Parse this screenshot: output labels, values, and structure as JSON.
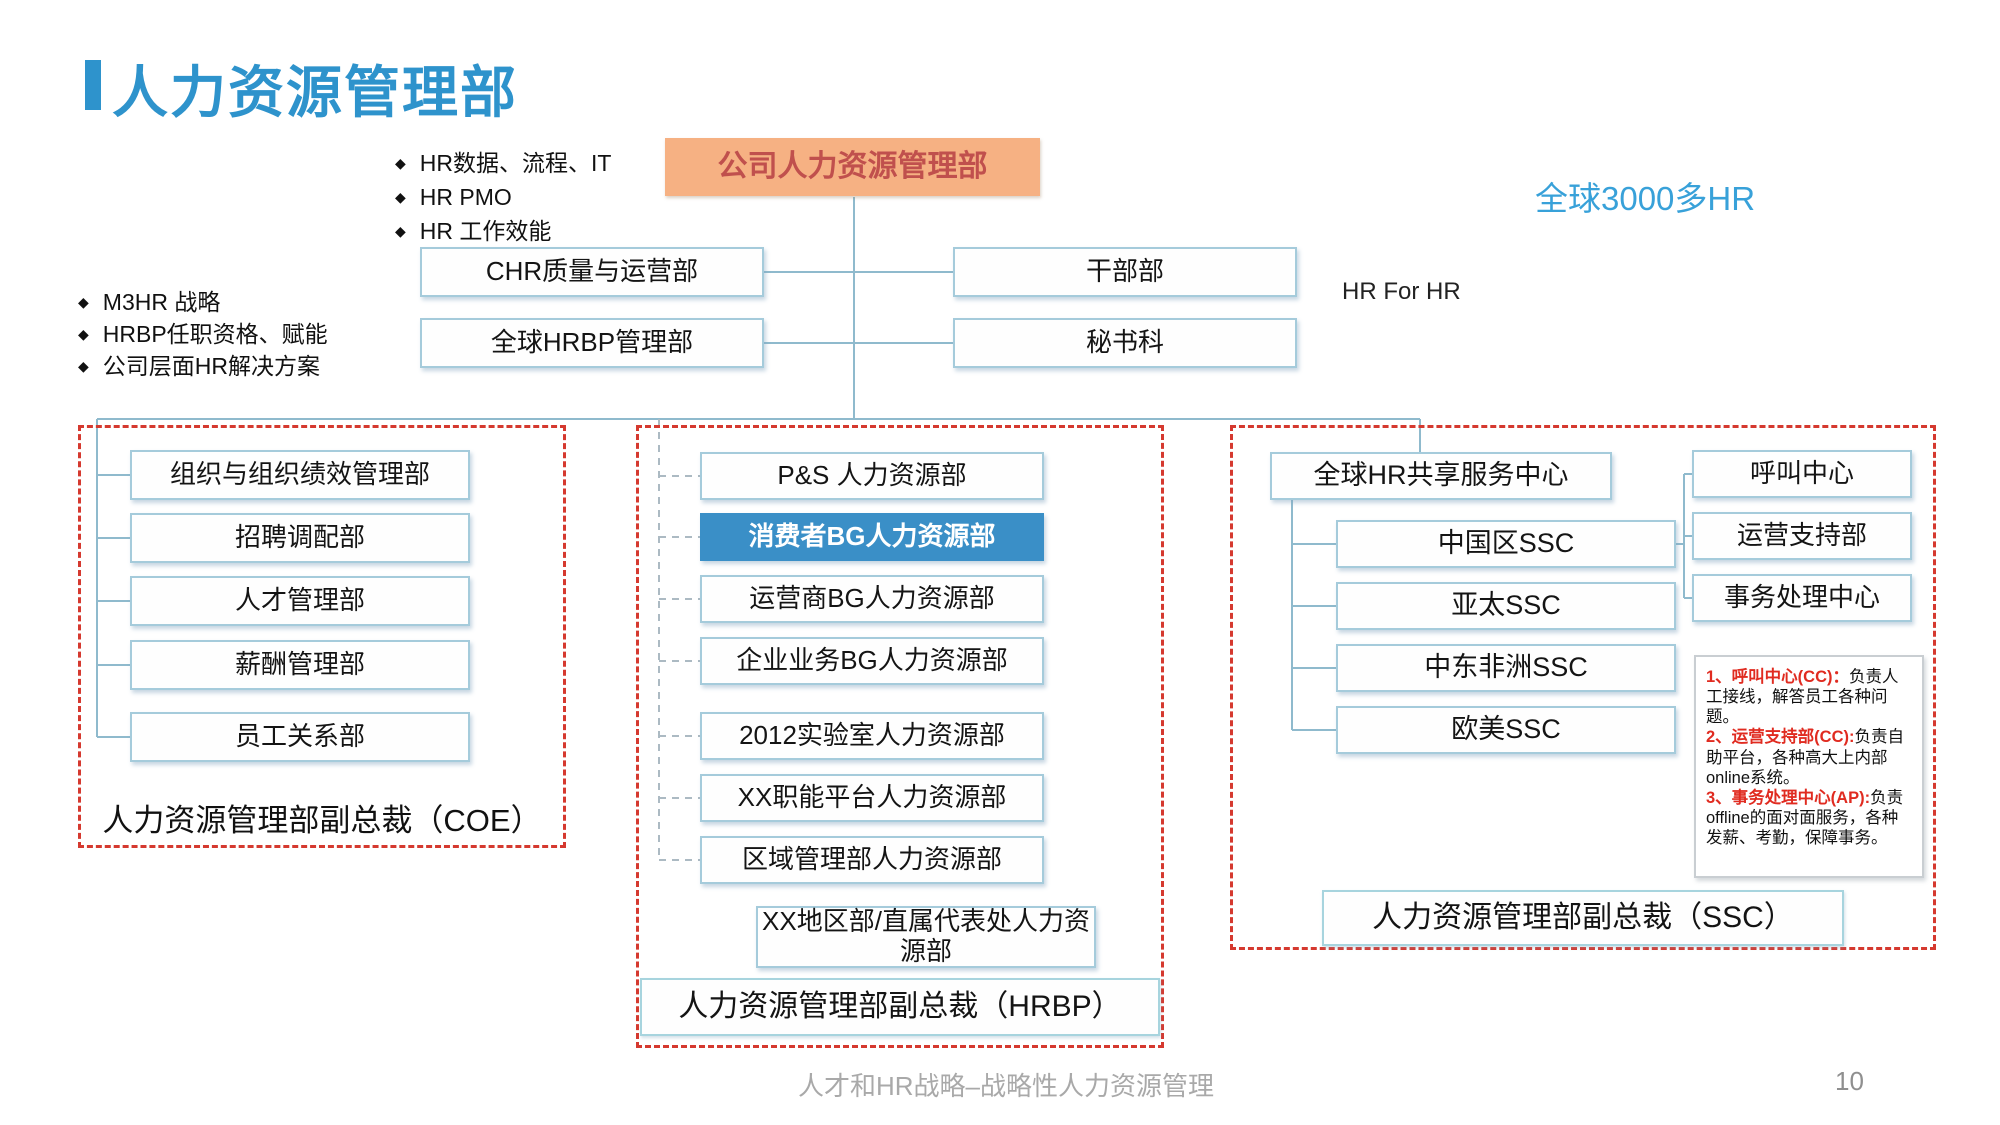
{
  "slide": {
    "title": "人力资源管理部",
    "footer": {
      "text": "人才和HR战略–战略性人力资源管理",
      "page": "10"
    }
  },
  "bullet_glyph": "◆",
  "annotations": {
    "top_bullets": [
      "HR数据、流程、IT",
      "HR PMO",
      "HR 工作效能"
    ],
    "left_bullets": [
      "M3HR 战略",
      "HRBP任职资格、赋能",
      "公司层面HR解决方案"
    ],
    "hr_for_hr": "HR For HR",
    "global_hr_count": "全球3000多HR"
  },
  "root": {
    "label": "公司人力资源管理部"
  },
  "level1": {
    "left": [
      "CHR质量与运营部",
      "全球HRBP管理部"
    ],
    "right": [
      "干部部",
      "秘书科"
    ]
  },
  "coe": {
    "items": [
      "组织与组织绩效管理部",
      "招聘调配部",
      "人才管理部",
      "薪酬管理部",
      "员工关系部"
    ],
    "label": "人力资源管理部副总裁（COE）"
  },
  "hrbp": {
    "items": [
      "P&S 人力资源部",
      "消费者BG人力资源部",
      "运营商BG人力资源部",
      "企业业务BG人力资源部",
      "2012实验室人力资源部",
      "XX职能平台人力资源部",
      "区域管理部人力资源部"
    ],
    "highlighted_item": "消费者BG人力资源部",
    "wide_item": "XX地区部/直属代表处人力资源部",
    "label": "人力资源管理部副总裁（HRBP）"
  },
  "ssc": {
    "parent": "全球HR共享服务中心",
    "regions": [
      "中国区SSC",
      "亚太SSC",
      "中东非洲SSC",
      "欧美SSC"
    ],
    "functions": [
      "呼叫中心",
      "运营支持部",
      "事务处理中心"
    ],
    "notes": [
      {
        "head": "1、呼叫中心(CC)：",
        "body": "负责人工接线，解答员工各种问题。"
      },
      {
        "head": "2、运营支持部(CC):",
        "body": "负责自助平台，各种高大上内部online系统。"
      },
      {
        "head": "3、事务处理中心(AP):",
        "body": "负责offline的面对面服务，各种发薪、考勤，保障事务。"
      }
    ],
    "label": "人力资源管理部副总裁（SSC）"
  },
  "colors": {
    "title_blue": "#2e93cc",
    "accent_blue_text": "#38a1d9",
    "root_box_bg": "#f6b183",
    "root_box_text": "#c0504d",
    "highlight_box_bg": "#3a8fc7",
    "node_border": "#a5cbdb",
    "group_dashed_red": "#d5392f",
    "connector_blue": "#8fbacd",
    "note_red": "#e02b20",
    "footer_gray": "#a9a9a9"
  }
}
